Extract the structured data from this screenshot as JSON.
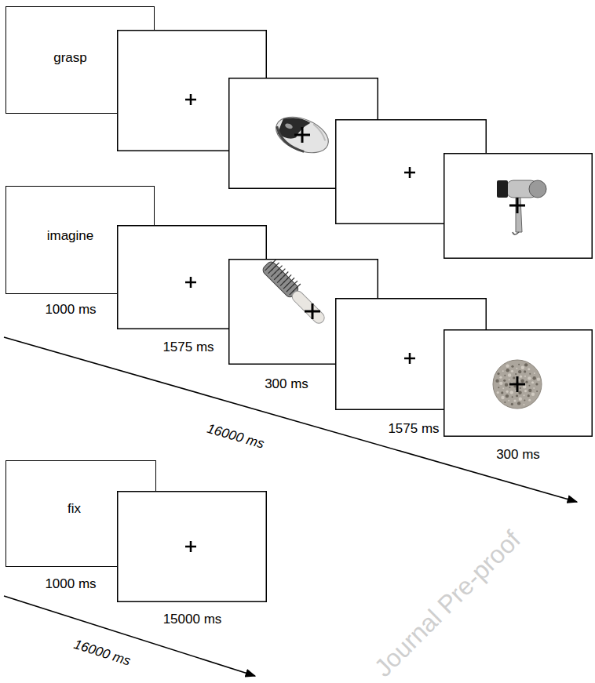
{
  "diagram": {
    "nodes": [
      {
        "text": [
          "grasp"
        ]
      },
      {
        "text": [
          "imagine"
        ]
      },
      {
        "text": [
          "fix"
        ]
      }
    ],
    "labels": [
      "1000 ms",
      "1575 ms",
      "300 ms",
      "1575 ms",
      "300 ms",
      "16000 ms",
      "1000 ms",
      "15000 ms",
      "16000 ms",
      "Journal Pre-proof"
    ]
  }
}
